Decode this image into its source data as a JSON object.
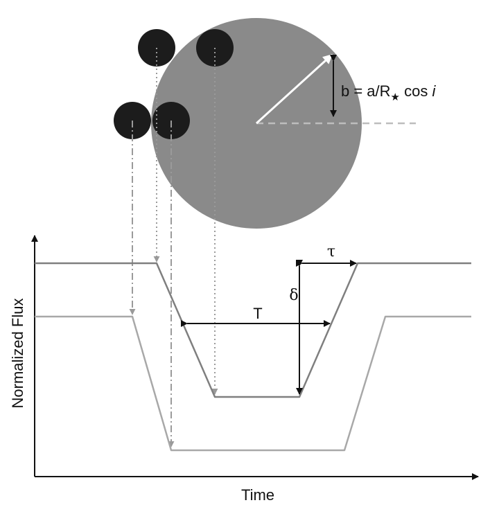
{
  "diagram": {
    "impact_parameter_label": {
      "lhs": "b = a/R",
      "star": "★",
      "cos": " cos ",
      "i": "i"
    },
    "y_axis_label": "Normalized Flux",
    "x_axis_label": "Time",
    "total_duration_label": "T",
    "ingress_duration_label": "τ",
    "depth_label": "δ"
  },
  "colors": {
    "star": "#8a8a8a",
    "planet": "#1c1c1c",
    "curve_upper": "#7f7f7f",
    "curve_lower": "#a8a8a8",
    "axes": "#111111",
    "annotation": "#111111",
    "radius_arrow": "#ffffff",
    "dashed_ref": "#bdbdbd"
  }
}
